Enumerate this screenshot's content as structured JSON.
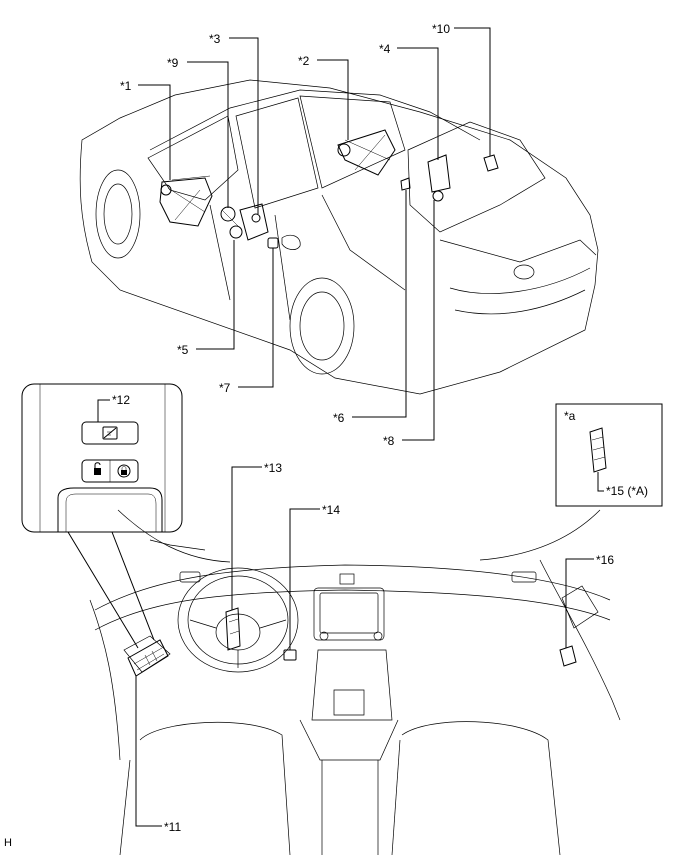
{
  "callouts": {
    "c1": "*1",
    "c2": "*2",
    "c3": "*3",
    "c4": "*4",
    "c5": "*5",
    "c6": "*6",
    "c7": "*7",
    "c8": "*8",
    "c9": "*9",
    "c10": "*10",
    "c11": "*11",
    "c12": "*12",
    "c13": "*13",
    "c14": "*14",
    "c16": "*16"
  },
  "inset": {
    "label": "*a",
    "part": "*15 (*A)"
  },
  "footer": {
    "code": "H"
  }
}
